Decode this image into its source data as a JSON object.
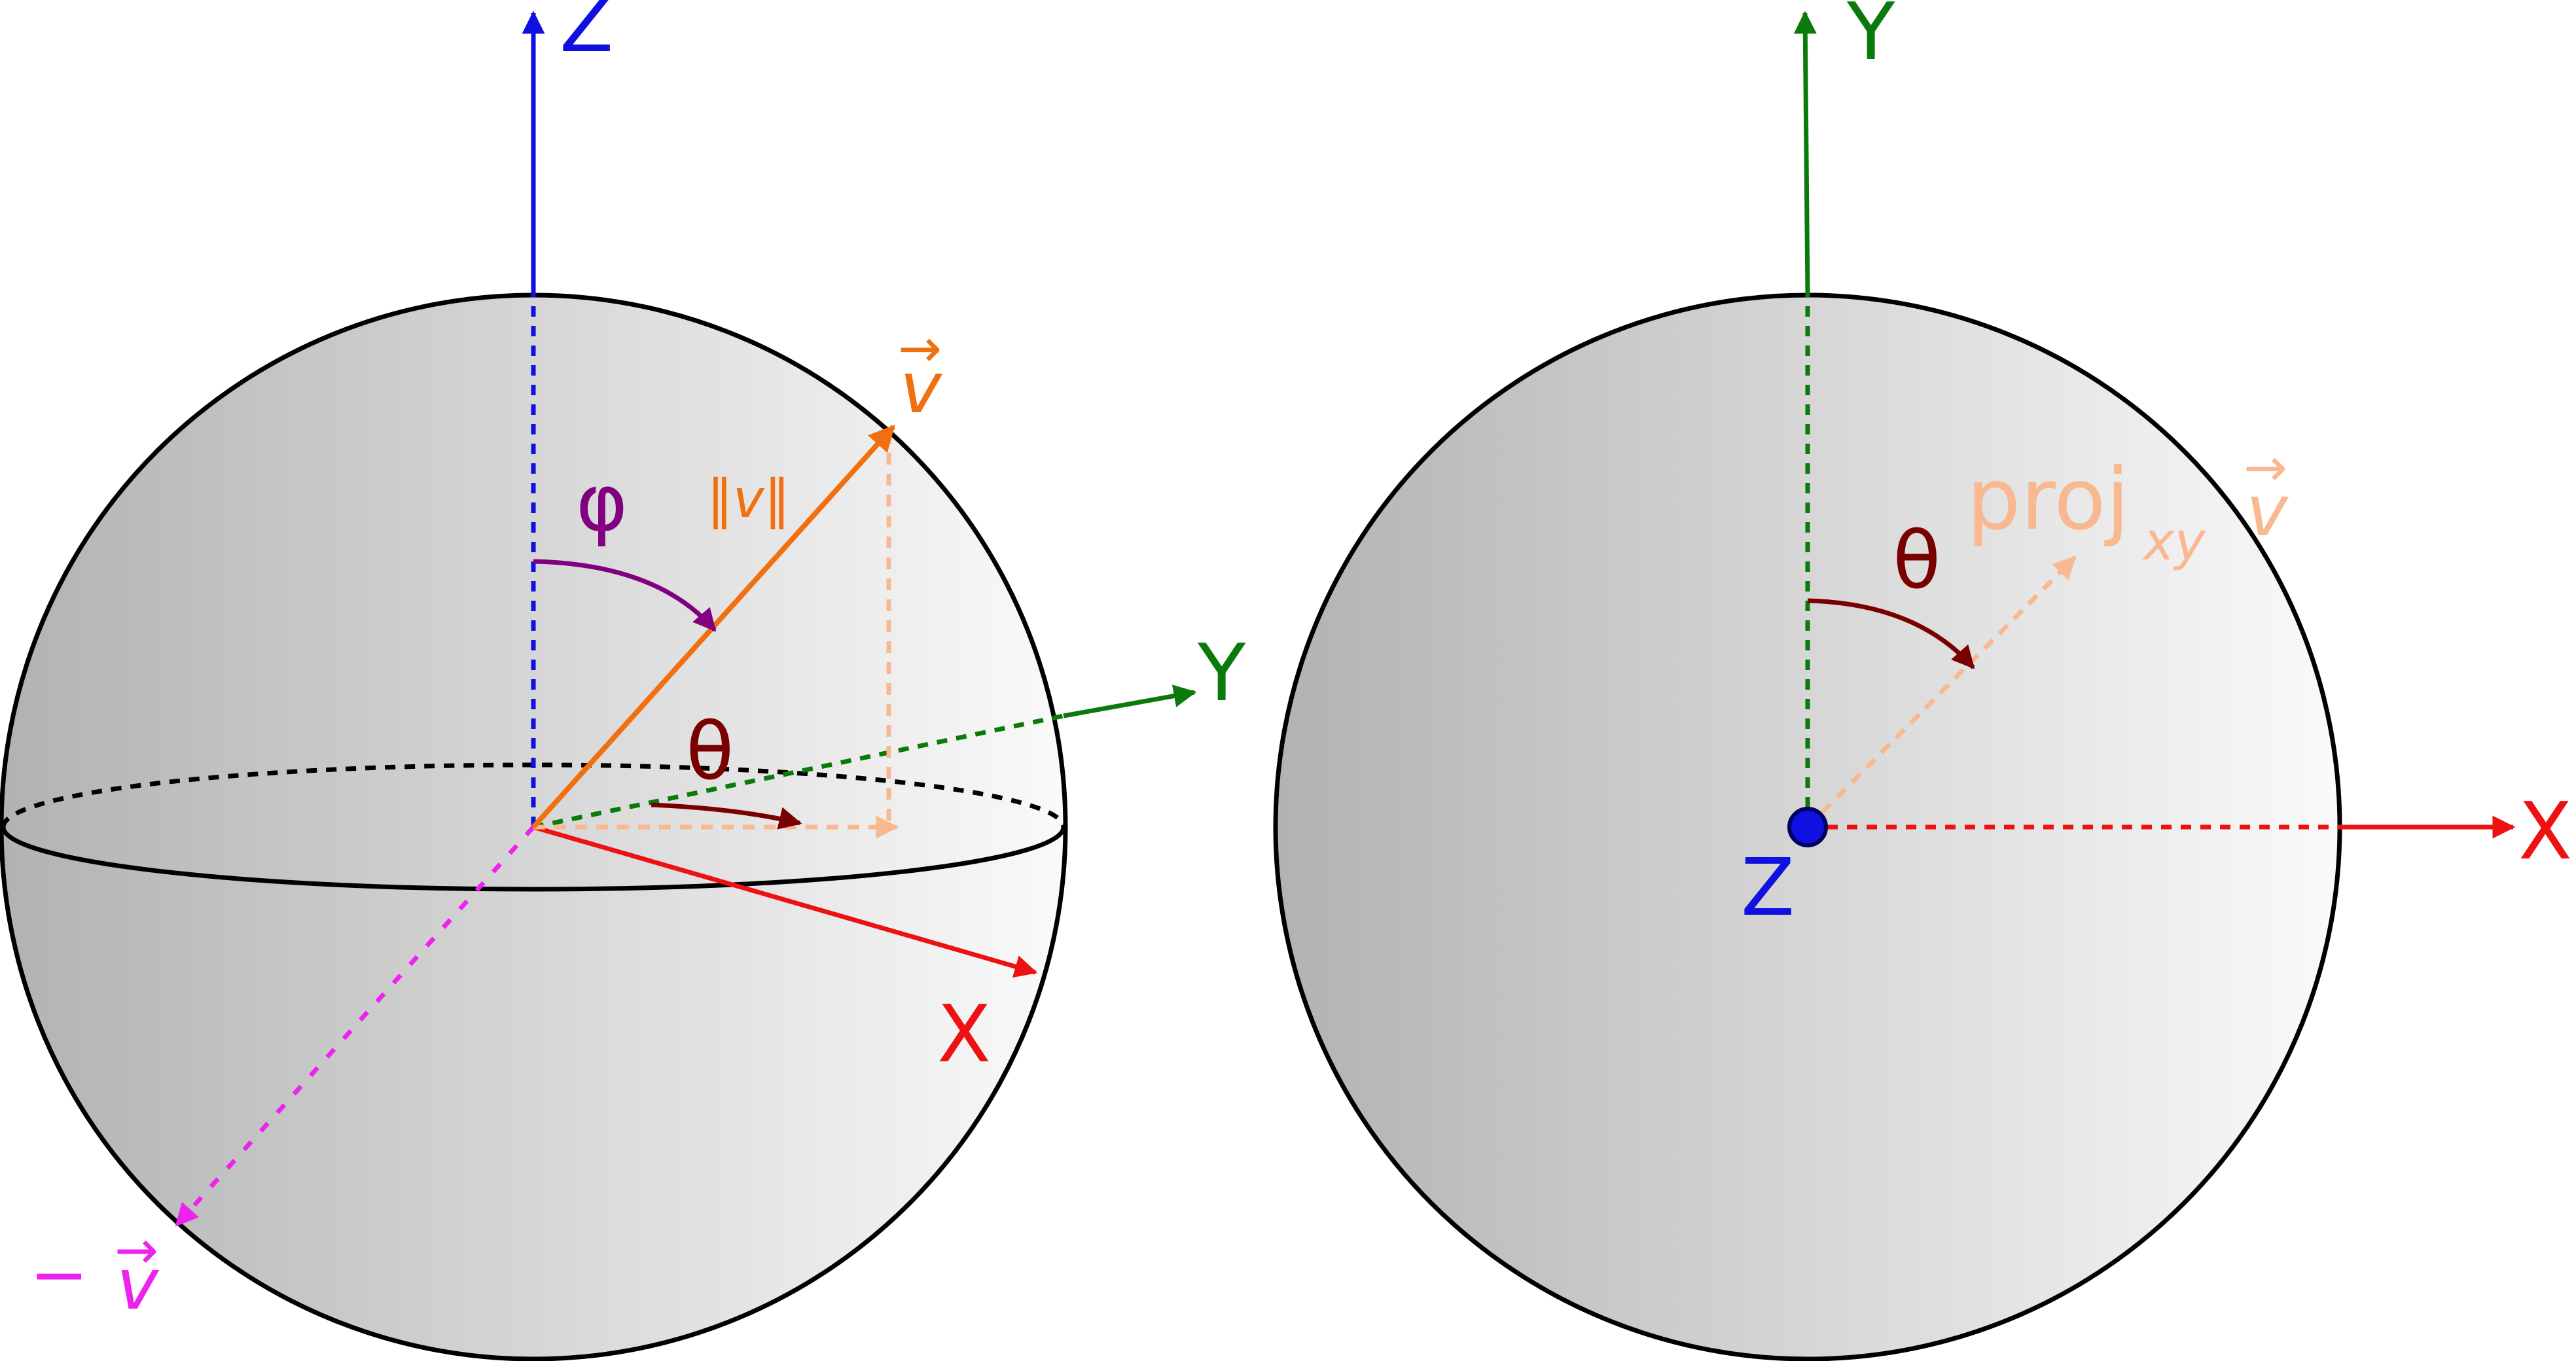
{
  "left_diagram": {
    "axis_z_label": "Z",
    "axis_y_label": "Y",
    "axis_x_label": "X",
    "angle_phi_label": "φ",
    "angle_theta_label": "θ",
    "vector_label": "v",
    "vector_arrow": "→",
    "magnitude_label": "‖v‖",
    "neg_vector_minus": "−",
    "neg_vector_label": "v",
    "neg_vector_arrow": "→"
  },
  "right_diagram": {
    "axis_y_label": "Y",
    "axis_x_label": "X",
    "axis_z_label": "Z",
    "angle_theta_label": "θ",
    "proj_label": "proj",
    "proj_sub": "xy",
    "proj_vector": "v",
    "proj_arrow": "→"
  },
  "colors": {
    "z_axis": "#1010e0",
    "y_axis": "#0a7a0a",
    "x_axis": "#ee1111",
    "vector": "#f07010",
    "vector_light": "#f8b890",
    "phi": "#800080",
    "theta": "#7a0000",
    "neg_vector": "#ee22ee"
  }
}
